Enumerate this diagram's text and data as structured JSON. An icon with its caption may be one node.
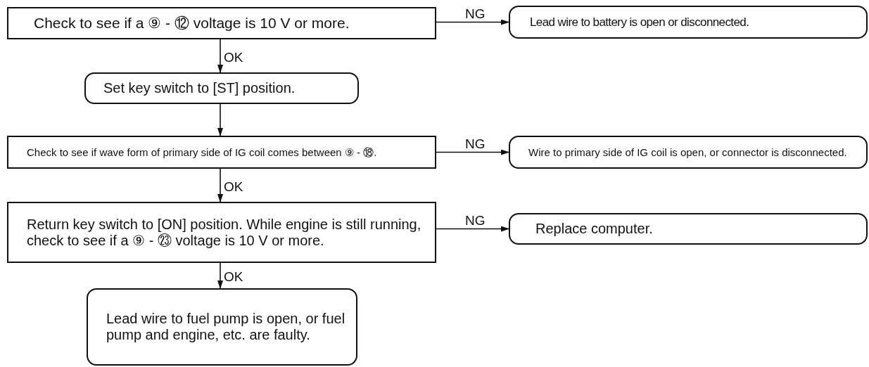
{
  "diagram": {
    "nodes": [
      {
        "text": [
          "Check to see if a ⑨ - ⑫ voltage is 10 V or more."
        ]
      },
      {
        "text": [
          "Set key switch to [ST] position."
        ]
      },
      {
        "text": [
          "Check to see if wave form of primary side of IG coil comes between ⑨ - ⑱."
        ]
      },
      {
        "text": [
          "Return key switch to [ON] position. While engine is still running, check to see if a ⑨ - ㉓ voltage is 10 V or more."
        ]
      },
      {
        "text": [
          "Lead wire to fuel pump is open, or fuel pump and engine, etc. are faulty."
        ]
      },
      {
        "text": [
          "Lead wire to battery is open or disconnected."
        ]
      },
      {
        "text": [
          "Wire to primary side of IG coil is open, or connector is disconnected."
        ]
      },
      {
        "text": [
          "Replace computer."
        ]
      }
    ],
    "edges": [
      {
        "from": 0,
        "to": 5,
        "arrow": "to",
        "label": "NG"
      },
      {
        "from": 0,
        "to": 1,
        "arrow": "to",
        "label": "OK"
      },
      {
        "from": 1,
        "to": 2,
        "arrow": "to"
      },
      {
        "from": 2,
        "to": 6,
        "arrow": "to",
        "label": "NG"
      },
      {
        "from": 2,
        "to": 3,
        "arrow": "to",
        "label": "OK"
      },
      {
        "from": 3,
        "to": 7,
        "arrow": "to",
        "label": "NG"
      },
      {
        "from": 3,
        "to": 4,
        "arrow": "to",
        "label": "OK"
      }
    ]
  }
}
